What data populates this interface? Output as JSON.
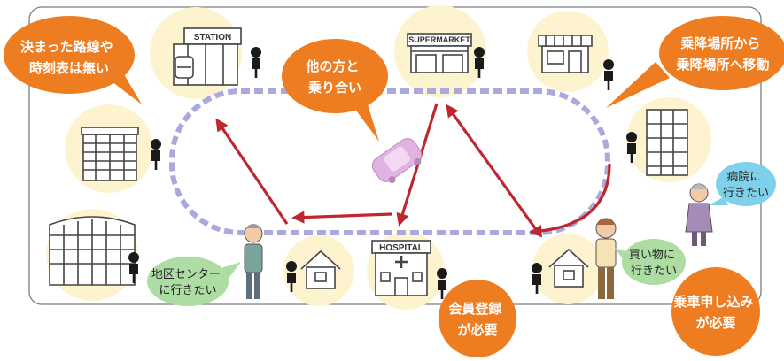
{
  "colors": {
    "orange": "#ee7d22",
    "route": "#a9a9de",
    "arrow": "#c0262d",
    "circle": "#fdf4cf",
    "bubble_green": "#aedda4",
    "bubble_blue": "#7fd0ea",
    "taxi": "#e0b3e3"
  },
  "callouts": {
    "no_fixed_route": [
      "決まった路線や",
      "時刻表は無い"
    ],
    "shared_ride": [
      "他の方と",
      "乗り合い"
    ],
    "point_to_point": [
      "乗降場所から",
      "乗降場所へ移動"
    ],
    "membership": [
      "会員登録",
      "が必要"
    ],
    "ride_request": [
      "乗車申し込み",
      "が必要"
    ]
  },
  "speech": {
    "community_center": [
      "地区センター",
      "に行きたい"
    ],
    "shopping": [
      "買い物に",
      "行きたい"
    ],
    "hospital": [
      "病院に",
      "行きたい"
    ]
  },
  "signs": {
    "station": "STATION",
    "supermarket": "SUPERMARKET",
    "hospital": "HOSPITAL"
  }
}
